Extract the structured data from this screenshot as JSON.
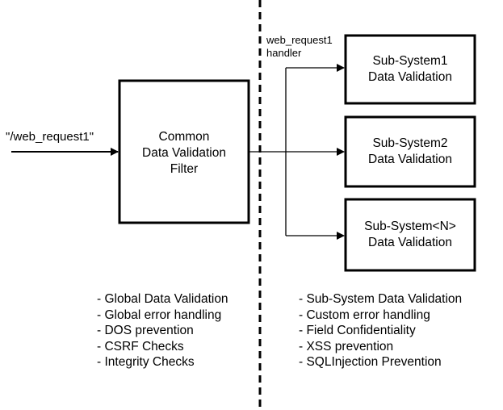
{
  "request_label": "\"/web_request1\"",
  "filter_box": {
    "line1": "Common",
    "line2": "Data Validation",
    "line3": "Filter"
  },
  "handler_label": {
    "line1": "web_request1",
    "line2": "handler"
  },
  "subsystems": [
    {
      "line1": "Sub-System1",
      "line2": "Data Validation"
    },
    {
      "line1": "Sub-System2",
      "line2": "Data Validation"
    },
    {
      "line1": "Sub-System<N>",
      "line2": "Data Validation"
    }
  ],
  "left_list": [
    "- Global Data Validation",
    "- Global error handling",
    "- DOS prevention",
    "- CSRF Checks",
    "- Integrity Checks"
  ],
  "right_list": [
    "- Sub-System Data Validation",
    "- Custom error handling",
    "- Field Confidentiality",
    "- XSS prevention",
    "- SQLInjection Prevention"
  ]
}
